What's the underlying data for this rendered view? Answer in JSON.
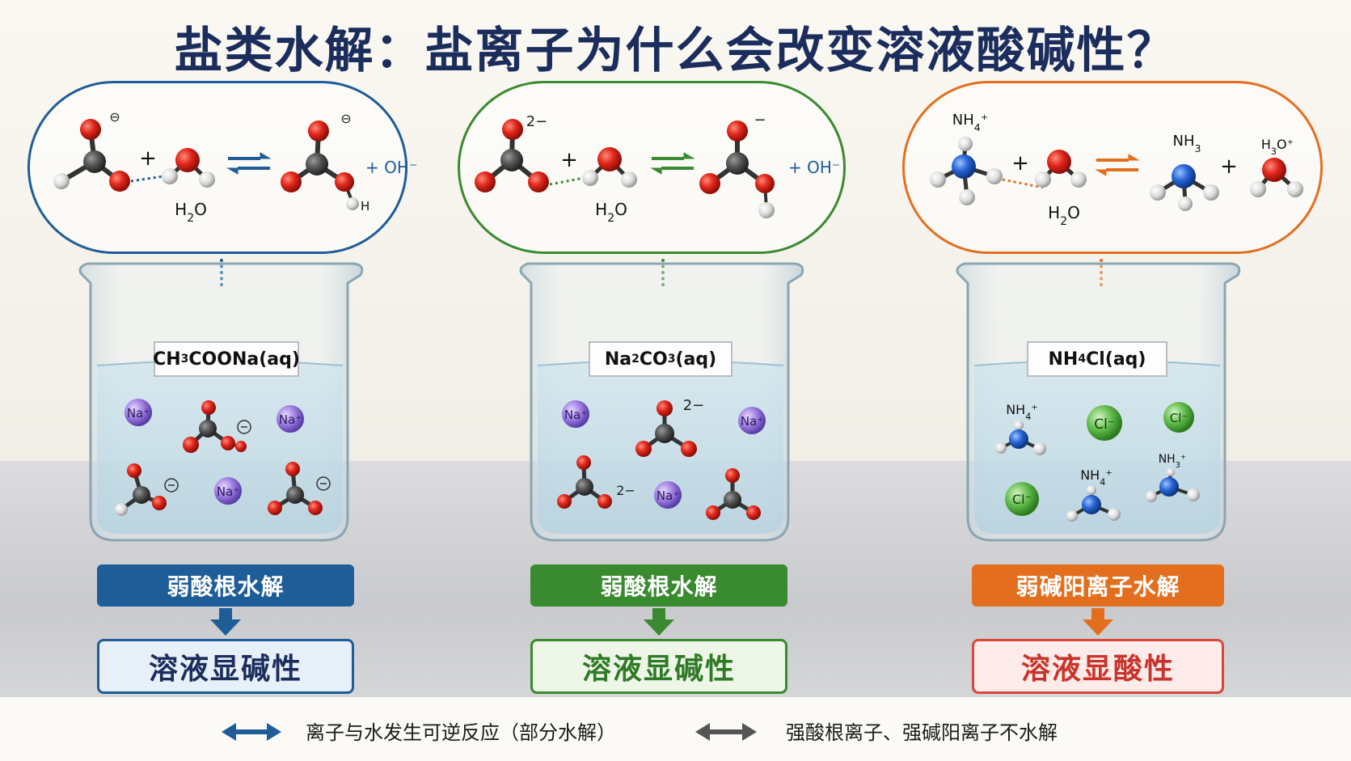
{
  "title": "盐类水解：盐离子为什么会改变溶液酸碱性？",
  "colors": {
    "blue": "#1f5d98",
    "green": "#3a8a30",
    "orange": "#e36f1e",
    "navy": "#1b2d5c"
  },
  "columns": [
    {
      "id": "acetate",
      "equation": {
        "water": "H2O",
        "product_extra": "H",
        "anion_charge": "⊖",
        "product_charge": "⊖",
        "byproduct": "+ OH⁻"
      },
      "label": "CH3COONa(aq)",
      "ions": [
        "Na⁺",
        "Na⁺",
        "Na⁺"
      ],
      "process": "弱酸根水解",
      "result": "溶液显碱性"
    },
    {
      "id": "carbonate",
      "equation": {
        "water": "H2O",
        "anion_charge": "2−",
        "product_charge": "−",
        "byproduct": "+ OH⁻"
      },
      "label": "Na2CO3(aq)",
      "ions": [
        "Na⁺",
        "Na⁺",
        "Na⁺"
      ],
      "solution_charges": [
        "2−",
        "2−"
      ],
      "process": "弱酸根水解",
      "result": "溶液显碱性"
    },
    {
      "id": "ammonium",
      "equation": {
        "reactant": "NH4⁺",
        "water": "H2O",
        "product": "NH3",
        "byproduct_label": "H3O⁺"
      },
      "label": "NH4Cl(aq)",
      "ions": [
        "Cl⁻",
        "Cl⁻",
        "Cl⁻"
      ],
      "cations": [
        "NH4⁺",
        "NH4⁺",
        "NH3⁺"
      ],
      "process": "弱碱阳离子水解",
      "result": "溶液显酸性"
    }
  ],
  "legend": [
    {
      "text": "离子与水发生可逆反应（部分水解）",
      "color": "#1f5d98"
    },
    {
      "text": "强酸根离子、强碱阳离子不水解",
      "color": "#555555"
    }
  ]
}
